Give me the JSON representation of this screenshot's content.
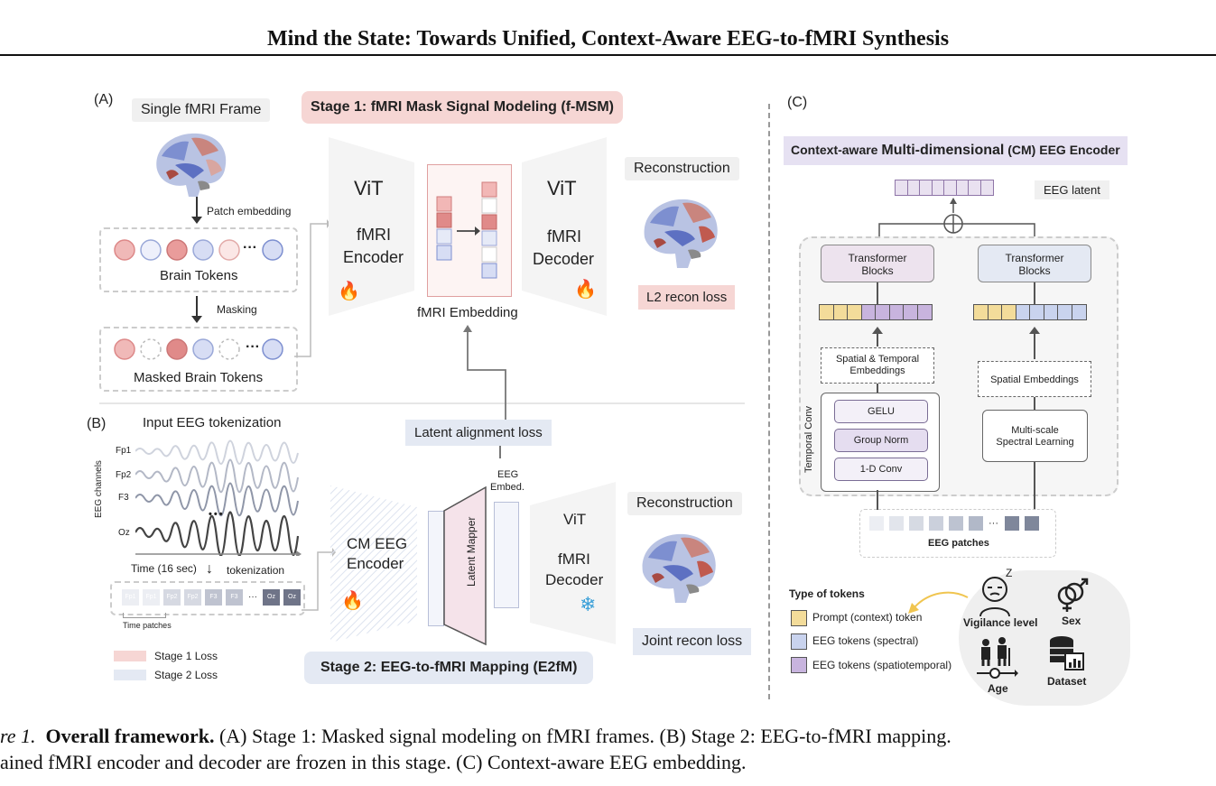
{
  "paper_title": "Mind the State: Towards Unified, Context-Aware EEG-to-fMRI Synthesis",
  "panel_a": {
    "label": "(A)",
    "single_frame": "Single fMRI Frame",
    "patch_embedding": "Patch embedding",
    "brain_tokens": "Brain Tokens",
    "masking": "Masking",
    "masked_brain_tokens": "Masked Brain Tokens",
    "stage1_title": "Stage 1: fMRI Mask Signal Modeling (f-MSM)",
    "encoder_vit": "ViT",
    "encoder_name_1": "fMRI",
    "encoder_name_2": "Encoder",
    "decoder_vit": "ViT",
    "decoder_name_1": "fMRI",
    "decoder_name_2": "Decoder",
    "fmri_embedding": "fMRI Embedding",
    "reconstruction": "Reconstruction",
    "l2_loss": "L2 recon loss",
    "ellipsis": "···"
  },
  "panel_b": {
    "label": "(B)",
    "input_title": "Input EEG tokenization",
    "eeg_channels": "EEG channels",
    "channels": [
      "Fp1",
      "Fp2",
      "F3",
      "Oz"
    ],
    "dots": "•••",
    "time_label": "Time (16 sec)",
    "tokenization": "tokenization",
    "token_labels": [
      "Fp1",
      "Fp1",
      "Fp2",
      "Fp2",
      "F3",
      "F3",
      "···",
      "Oz",
      "Oz"
    ],
    "time_patches": "Time patches",
    "legend_stage1": "Stage 1 Loss",
    "legend_stage2": "Stage 2 Loss",
    "latent_alignment": "Latent alignment loss",
    "eeg_embed_1": "EEG",
    "eeg_embed_2": "Embed.",
    "cm_encoder_1": "CM EEG",
    "cm_encoder_2": "Encoder",
    "latent_mapper": "Latent Mapper",
    "vit": "ViT",
    "decoder_1": "fMRI",
    "decoder_2": "Decoder",
    "reconstruction": "Reconstruction",
    "joint_loss": "Joint recon loss",
    "stage2_title": "Stage 2: EEG-to-fMRI Mapping (E2fM)"
  },
  "panel_c": {
    "label": "(C)",
    "title_prefix": "Context-aware ",
    "title_mid": "Multi-dimensional",
    "title_suffix": " (CM) EEG Encoder",
    "eeg_latent": "EEG latent",
    "transformer_blocks_1": "Transformer",
    "transformer_blocks_2": "Blocks",
    "spatial_temporal_1": "Spatial & Temporal",
    "spatial_temporal_2": "Embeddings",
    "spatial_embeddings": "Spatial Embeddings",
    "temporal_conv": "Temporal Conv",
    "gelu": "GELU",
    "group_norm": "Group Norm",
    "conv1d": "1-D Conv",
    "multiscale_1": "Multi-scale",
    "multiscale_2": "Spectral Learning",
    "eeg_patches": "EEG patches",
    "type_of_tokens": "Type of tokens",
    "prompt_token": "Prompt (context) token",
    "spectral_token": "EEG tokens (spectral)",
    "spatiotemporal_token": "EEG tokens (spatiotemporal)",
    "vigilance": "Vigilance level",
    "sex": "Sex",
    "age": "Age",
    "dataset": "Dataset",
    "ellipsis": "···"
  },
  "caption": {
    "line1_prefix": "re 1.",
    "line1_bold": "Overall framework.",
    "line1_rest": " (A) Stage 1: Masked signal modeling on fMRI frames. (B) Stage 2: EEG-to-fMRI mapping.",
    "line2": "ained fMRI encoder and decoder are frozen in this stage. (C) Context-aware EEG embedding."
  },
  "colors": {
    "stage1_pink": "#f6d6d4",
    "stage2_blue": "#e4e9f3",
    "prompt_yellow": "#f3dc9a",
    "spectral_blue": "#c9d3ee",
    "spatiotemporal_purple": "#c8b4de",
    "flame": "#e8641c",
    "snowflake": "#3ba0d8"
  },
  "icons": [
    "flame-icon",
    "snowflake-icon",
    "brain-icon",
    "sleepy-face-icon",
    "gender-icon",
    "age-people-icon",
    "database-icon"
  ]
}
